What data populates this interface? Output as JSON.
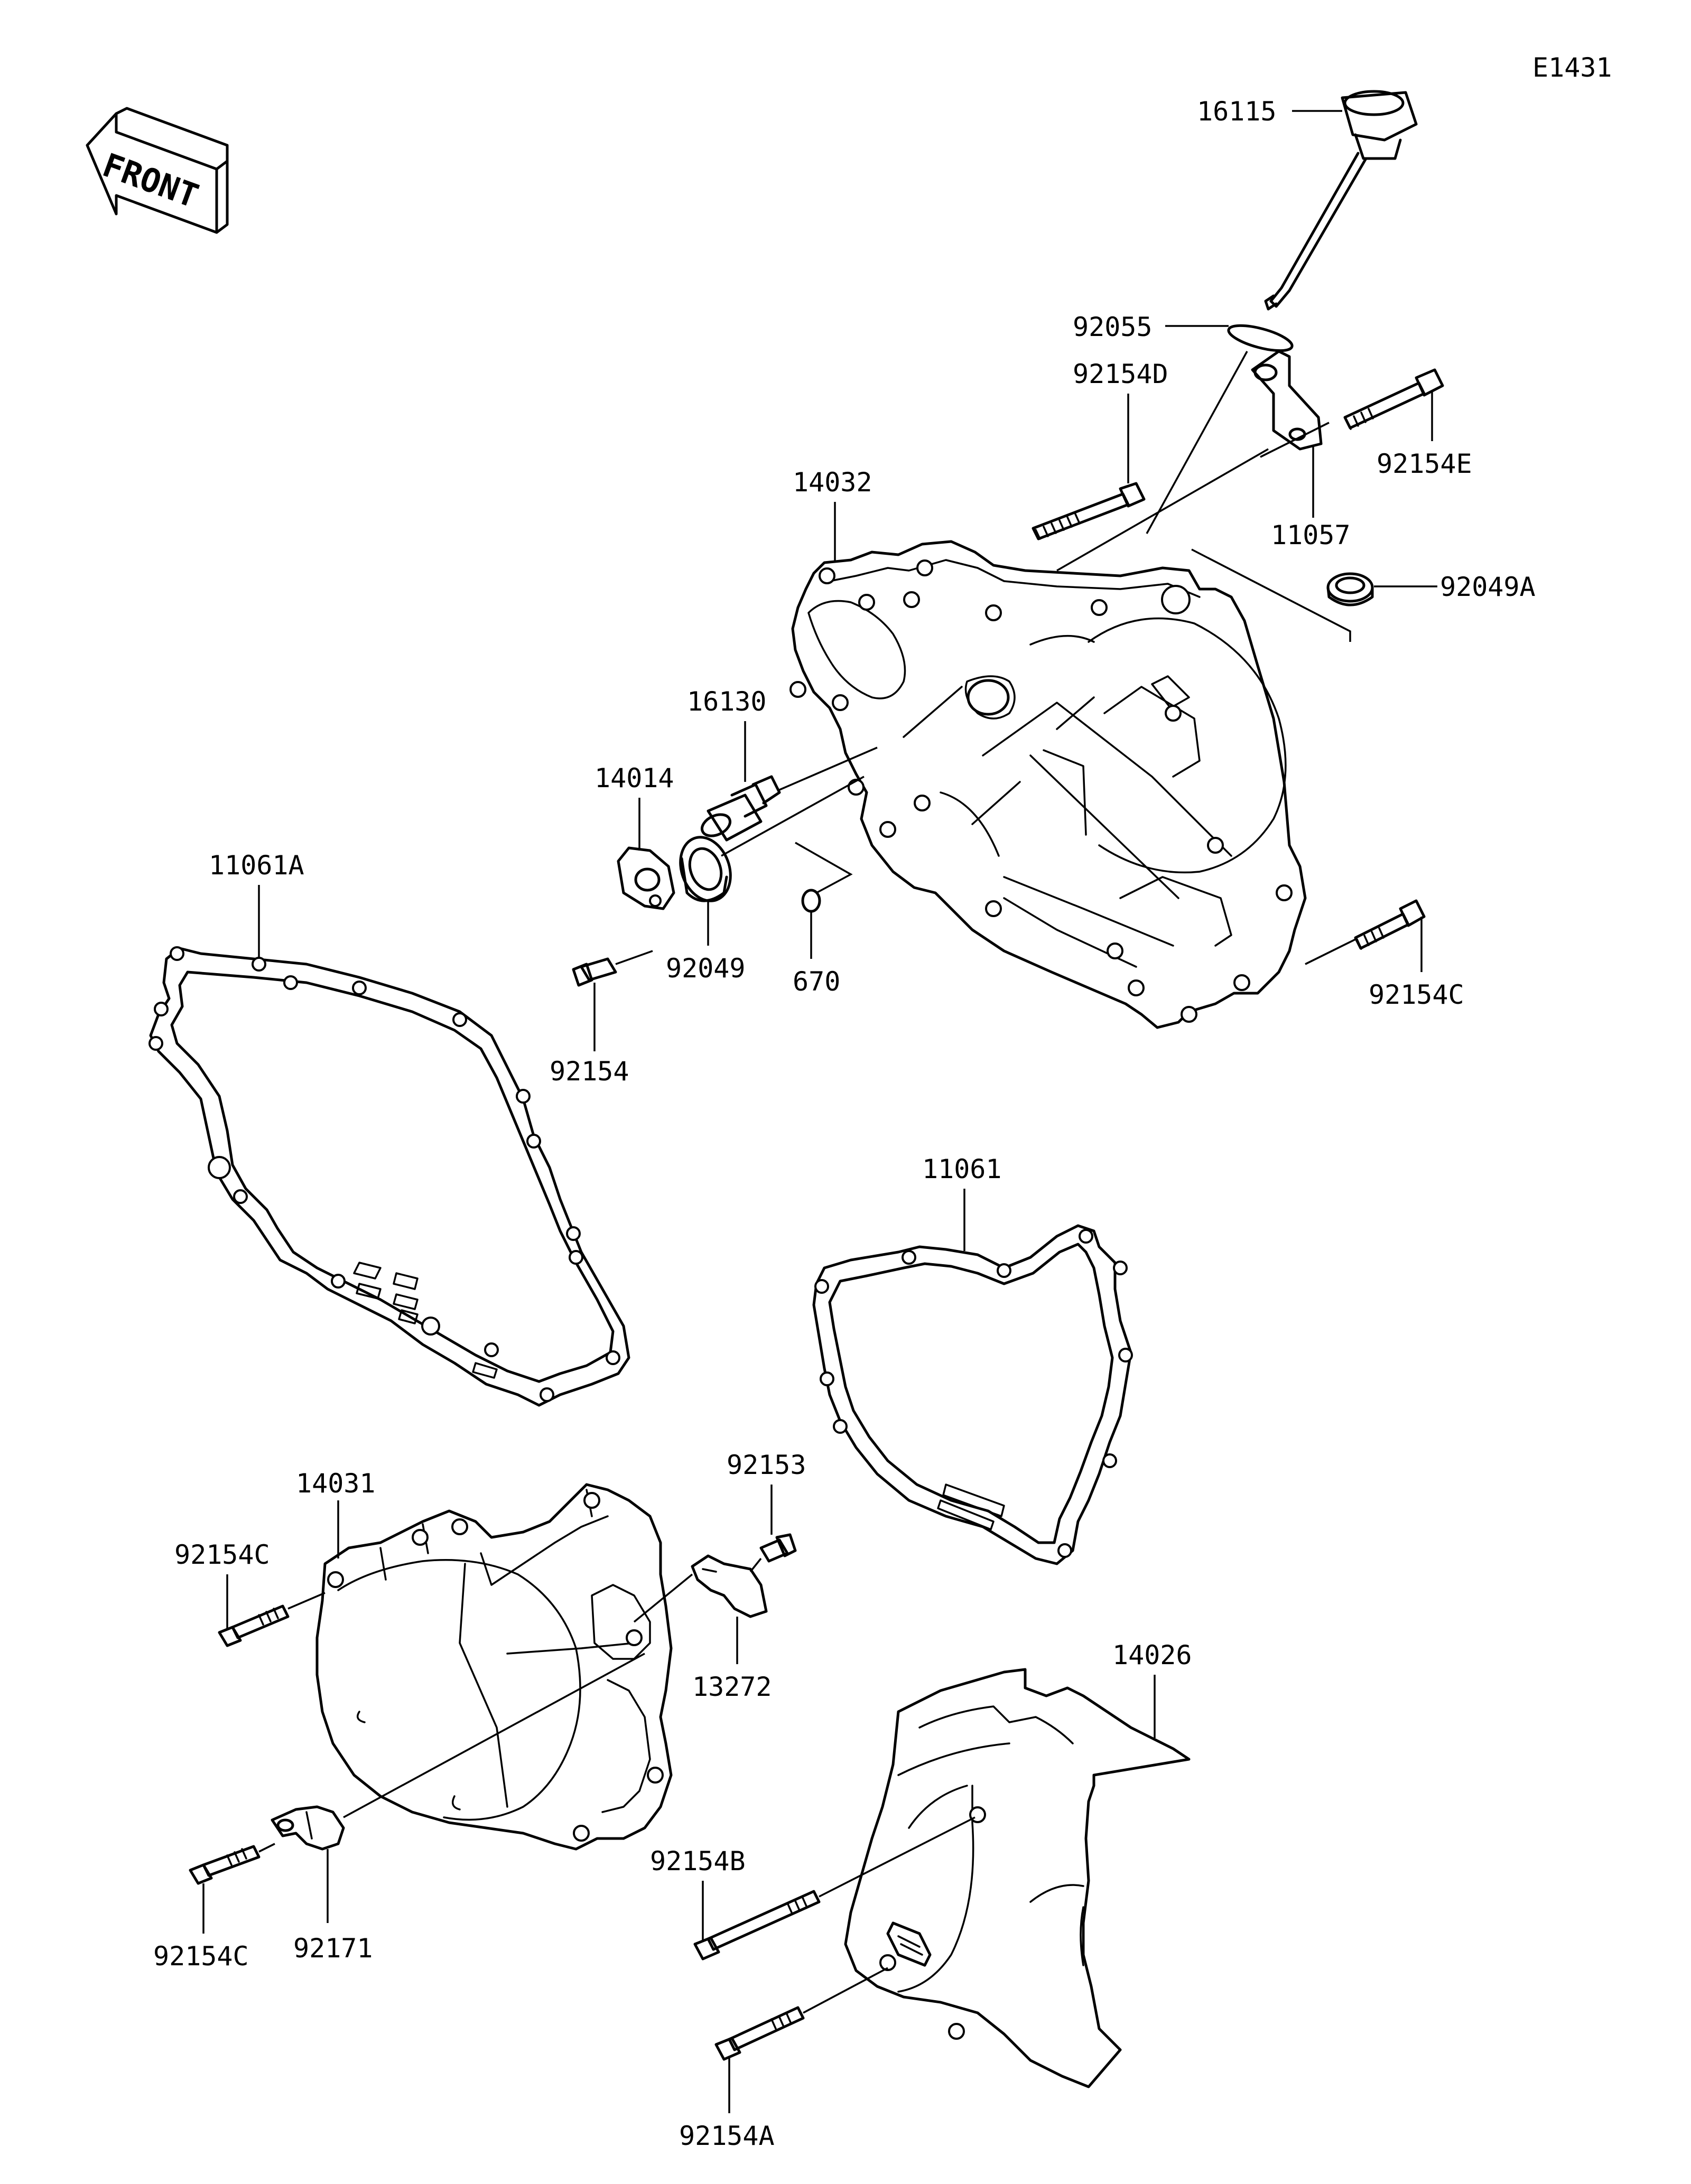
{
  "diagram_code": "E1431",
  "front_arrow_label": "FRONT",
  "callouts": {
    "p16115": "16115",
    "p92055": "92055",
    "p92154D": "92154D",
    "p92154E": "92154E",
    "p14032": "14032",
    "p11057": "11057",
    "p92049A": "92049A",
    "p16130": "16130",
    "p14014": "14014",
    "p11061A": "11061A",
    "p92049": "92049",
    "p670": "670",
    "p92154": "92154",
    "p92154C_right": "92154C",
    "p11061": "11061",
    "p14031": "14031",
    "p92153": "92153",
    "p92154C_left_top": "92154C",
    "p13272": "13272",
    "p14026": "14026",
    "p92154B": "92154B",
    "p92171": "92171",
    "p92154C_left_bottom": "92154C",
    "p92154A": "92154A"
  }
}
